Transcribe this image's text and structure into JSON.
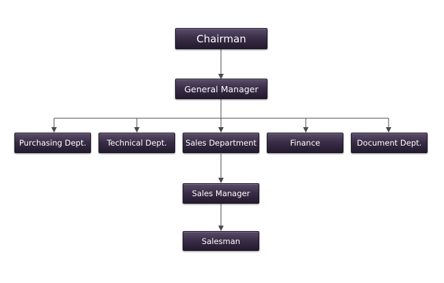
{
  "org_chart": {
    "chairman": "Chairman",
    "general_manager": "General Manager",
    "departments": [
      "Purchasing Dept.",
      "Technical Dept.",
      "Sales Department",
      "Finance",
      "Document Dept."
    ],
    "sales_manager": "Sales Manager",
    "salesman": "Salesman"
  },
  "colors": {
    "node_top": "#5a4d6a",
    "node_bottom": "#241b2e",
    "connector": "#4a4a4a",
    "text": "#ffffff"
  }
}
